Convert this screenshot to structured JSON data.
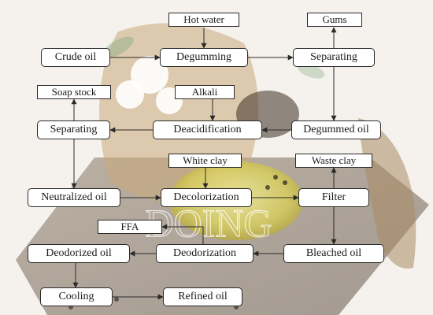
{
  "nodes": {
    "crude_oil": "Crude oil",
    "hot_water": "Hot water",
    "degumming": "Degumming",
    "separating_top": "Separating",
    "gums": "Gums",
    "soap_stock": "Soap stock",
    "alkali": "Alkali",
    "separating_mid": "Separating",
    "deacidification": "Deacidification",
    "degummed_oil": "Degummed oil",
    "white_clay": "White clay",
    "waste_clay": "Waste clay",
    "neutralized_oil": "Neutralized oil",
    "decolorization": "Decolorization",
    "filter": "Filter",
    "ffa": "FFA",
    "deodorized_oil": "Deodorized oil",
    "deodorization": "Deodorization",
    "bleached_oil": "Bleached oil",
    "cooling": "Cooling",
    "refined_oil": "Refined oil"
  },
  "watermark": "DOING",
  "colors": {
    "line": "#2a2a2a",
    "box_border": "#2a2a2a",
    "box_fill": "#ffffff"
  }
}
